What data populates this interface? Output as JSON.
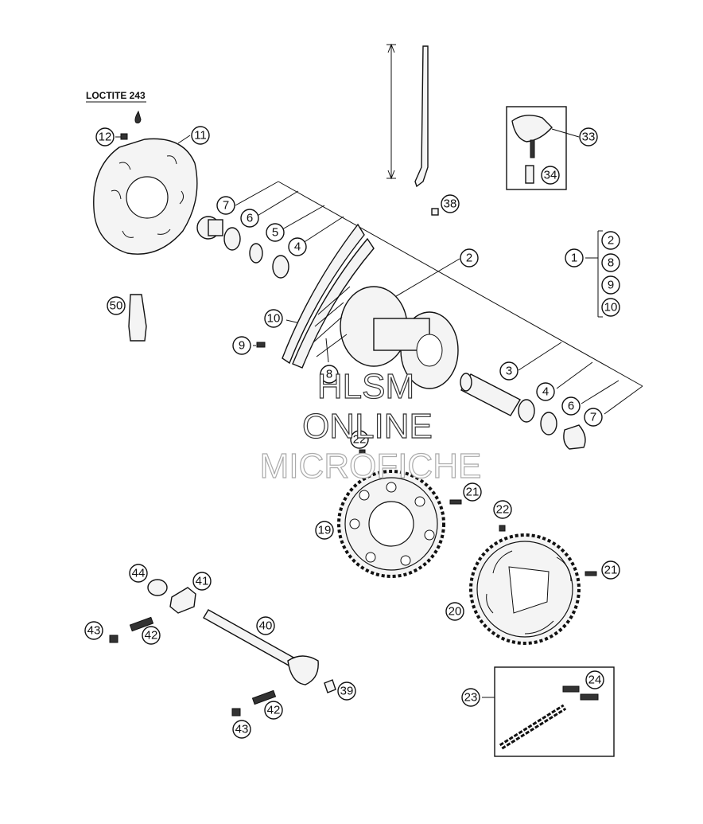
{
  "note": {
    "loctite": "LOCTITE 243"
  },
  "watermark": {
    "line1": "HLSM",
    "line2": "ONLINE",
    "line3": "MICROFICHE"
  },
  "callouts": {
    "c1": "1",
    "c2": "2",
    "c2b": "2",
    "c3": "3",
    "c4": "4",
    "c4b": "4",
    "c5": "5",
    "c6": "6",
    "c6b": "6",
    "c7": "7",
    "c7b": "7",
    "c8": "8",
    "c8b": "8",
    "c9": "9",
    "c9b": "9",
    "c10": "10",
    "c10b": "10",
    "c11": "11",
    "c12": "12",
    "c19": "19",
    "c20": "20",
    "c21": "21",
    "c21b": "21",
    "c22": "22",
    "c22b": "22",
    "c23": "23",
    "c24": "24",
    "c33": "33",
    "c34": "34",
    "c38": "38",
    "c39": "39",
    "c40": "40",
    "c41": "41",
    "c42": "42",
    "c42b": "42",
    "c43": "43",
    "c43b": "43",
    "c44": "44",
    "c50": "50"
  }
}
